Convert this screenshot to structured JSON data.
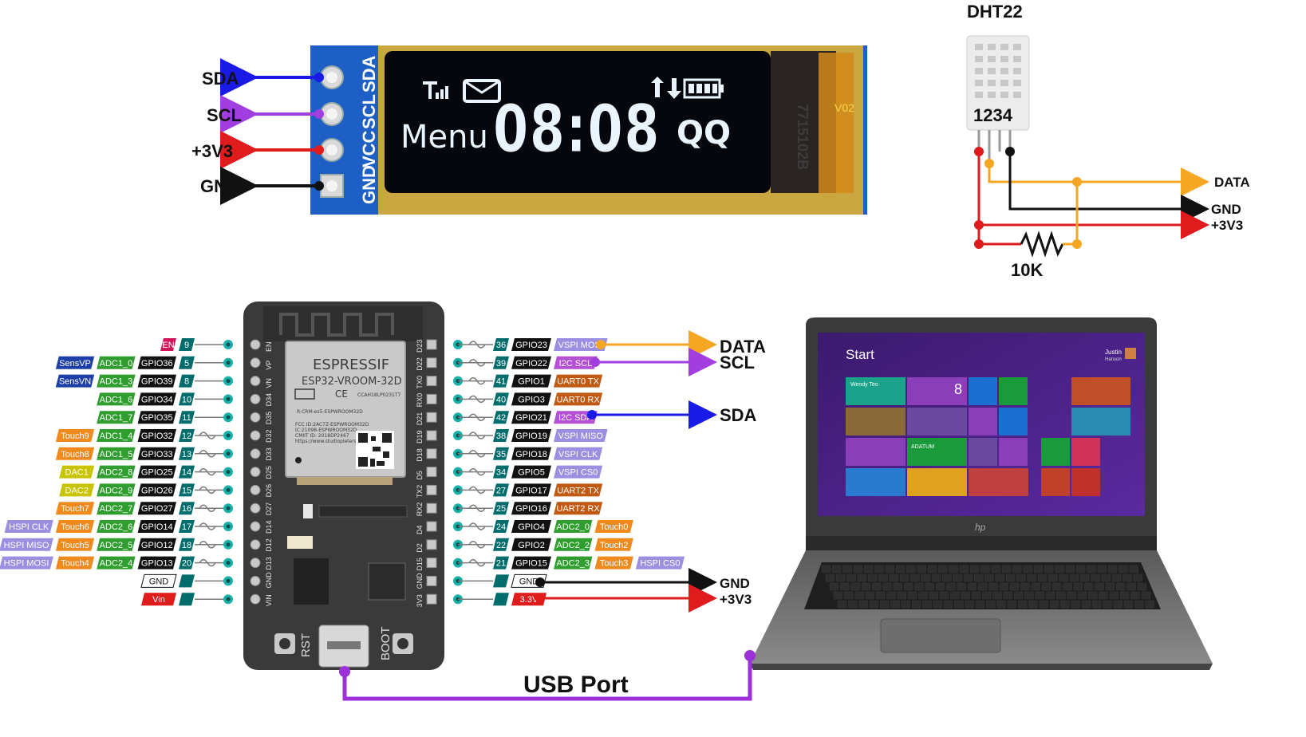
{
  "oled": {
    "pins": [
      "SDA",
      "SCL",
      "VCC",
      "GND"
    ],
    "wires": [
      "SDA",
      "SCL",
      "+3V3",
      "GND"
    ],
    "screen_menu": "Menu",
    "screen_time": "08:08",
    "screen_qq": "QQ",
    "ribbon_code": "7715102B",
    "ribbon_mark": "V02"
  },
  "dht22": {
    "title": "DHT22",
    "pin_numbers": "1234",
    "wires": [
      "DATA",
      "GND",
      "+3V3"
    ],
    "resistor": "10K"
  },
  "esp32": {
    "module_brand": "ESPRESSIF",
    "module_model": "ESP32-VROOM-32D",
    "module_fcc": "FCC ID:2AC7Z-ESPWROOM32D",
    "module_ic": "IC:21098-ESPWROOM32D",
    "module_cmiit": "CMIIT ID: 2018DP2467",
    "module_url": "https://www.studiopieters.nl",
    "module_cert": "CCAH18LP0231T7",
    "module_rcm": "R-CRM-es5-ESPWROOM32D",
    "module_ce": "CE",
    "button_rst": "RST",
    "button_boot": "BOOT",
    "board_left_pins": [
      "EN",
      "VP",
      "VN",
      "D34",
      "D35",
      "D32",
      "D33",
      "D25",
      "D26",
      "D27",
      "D14",
      "D12",
      "D13",
      "GND",
      "VIN"
    ],
    "board_right_pins": [
      "D23",
      "D22",
      "TX0",
      "RX0",
      "D21",
      "D19",
      "D18",
      "D5",
      "TX2",
      "RX2",
      "D4",
      "D2",
      "D15",
      "GND",
      "3V3"
    ],
    "left_rows": [
      {
        "tags": [
          {
            "t": "EN",
            "c": "#d4145a"
          },
          {
            "t": "9",
            "c": "#006c6c"
          }
        ]
      },
      {
        "tags": [
          {
            "t": "SensVP",
            "c": "#1f3fa8"
          },
          {
            "t": "ADC1_0",
            "c": "#2f9e2f"
          },
          {
            "t": "GPIO36",
            "c": "#111111"
          },
          {
            "t": "5",
            "c": "#006c6c"
          }
        ]
      },
      {
        "tags": [
          {
            "t": "SensVN",
            "c": "#1f3fa8"
          },
          {
            "t": "ADC1_3",
            "c": "#2f9e2f"
          },
          {
            "t": "GPIO39",
            "c": "#111111"
          },
          {
            "t": "8",
            "c": "#006c6c"
          }
        ]
      },
      {
        "tags": [
          {
            "t": "ADC1_6",
            "c": "#2f9e2f"
          },
          {
            "t": "GPIO34",
            "c": "#111111"
          },
          {
            "t": "10",
            "c": "#006c6c"
          }
        ]
      },
      {
        "tags": [
          {
            "t": "ADC1_7",
            "c": "#2f9e2f"
          },
          {
            "t": "GPIO35",
            "c": "#111111"
          },
          {
            "t": "11",
            "c": "#006c6c"
          }
        ]
      },
      {
        "tags": [
          {
            "t": "Touch9",
            "c": "#f08a1c"
          },
          {
            "t": "ADC1_4",
            "c": "#2f9e2f"
          },
          {
            "t": "GPIO32",
            "c": "#111111"
          },
          {
            "t": "12",
            "c": "#006c6c"
          }
        ]
      },
      {
        "tags": [
          {
            "t": "Touch8",
            "c": "#f08a1c"
          },
          {
            "t": "ADC1_5",
            "c": "#2f9e2f"
          },
          {
            "t": "GPIO33",
            "c": "#111111"
          },
          {
            "t": "13",
            "c": "#006c6c"
          }
        ]
      },
      {
        "tags": [
          {
            "t": "DAC1",
            "c": "#c9c400"
          },
          {
            "t": "ADC2_8",
            "c": "#2f9e2f"
          },
          {
            "t": "GPIO25",
            "c": "#111111"
          },
          {
            "t": "14",
            "c": "#006c6c"
          }
        ]
      },
      {
        "tags": [
          {
            "t": "DAC2",
            "c": "#c9c400"
          },
          {
            "t": "ADC2_9",
            "c": "#2f9e2f"
          },
          {
            "t": "GPIO26",
            "c": "#111111"
          },
          {
            "t": "15",
            "c": "#006c6c"
          }
        ]
      },
      {
        "tags": [
          {
            "t": "Touch7",
            "c": "#f08a1c"
          },
          {
            "t": "ADC2_7",
            "c": "#2f9e2f"
          },
          {
            "t": "GPIO27",
            "c": "#111111"
          },
          {
            "t": "16",
            "c": "#006c6c"
          }
        ]
      },
      {
        "tags": [
          {
            "t": "HSPI CLK",
            "c": "#9a8fe0"
          },
          {
            "t": "Touch6",
            "c": "#f08a1c"
          },
          {
            "t": "ADC2_6",
            "c": "#2f9e2f"
          },
          {
            "t": "GPIO14",
            "c": "#111111"
          },
          {
            "t": "17",
            "c": "#006c6c"
          }
        ]
      },
      {
        "tags": [
          {
            "t": "HSPI MISO",
            "c": "#9a8fe0"
          },
          {
            "t": "Touch5",
            "c": "#f08a1c"
          },
          {
            "t": "ADC2_5",
            "c": "#2f9e2f"
          },
          {
            "t": "GPIO12",
            "c": "#111111"
          },
          {
            "t": "18",
            "c": "#006c6c"
          }
        ]
      },
      {
        "tags": [
          {
            "t": "HSPI MOSI",
            "c": "#9a8fe0"
          },
          {
            "t": "Touch4",
            "c": "#f08a1c"
          },
          {
            "t": "ADC2_4",
            "c": "#2f9e2f"
          },
          {
            "t": "GPIO13",
            "c": "#111111"
          },
          {
            "t": "20",
            "c": "#006c6c"
          }
        ]
      },
      {
        "tags": [
          {
            "t": "GND",
            "c": "#ffffff"
          },
          {
            "t": "",
            "c": "#006c6c"
          }
        ]
      },
      {
        "tags": [
          {
            "t": "Vin",
            "c": "#e01b1b"
          },
          {
            "t": "",
            "c": "#006c6c"
          }
        ]
      }
    ],
    "right_rows": [
      {
        "tags": [
          {
            "t": "36",
            "c": "#006c6c"
          },
          {
            "t": "GPIO23",
            "c": "#111111"
          },
          {
            "t": "VSPI MOSI",
            "c": "#9a8fe0"
          }
        ]
      },
      {
        "tags": [
          {
            "t": "39",
            "c": "#006c6c"
          },
          {
            "t": "GPIO22",
            "c": "#111111"
          },
          {
            "t": "I2C SCL",
            "c": "#b44fd6"
          }
        ]
      },
      {
        "tags": [
          {
            "t": "41",
            "c": "#006c6c"
          },
          {
            "t": "GPIO1",
            "c": "#111111"
          },
          {
            "t": "UART0 TX",
            "c": "#c05a12"
          }
        ]
      },
      {
        "tags": [
          {
            "t": "40",
            "c": "#006c6c"
          },
          {
            "t": "GPIO3",
            "c": "#111111"
          },
          {
            "t": "UART0 RX",
            "c": "#c05a12"
          }
        ]
      },
      {
        "tags": [
          {
            "t": "42",
            "c": "#006c6c"
          },
          {
            "t": "GPIO21",
            "c": "#111111"
          },
          {
            "t": "I2C SDA",
            "c": "#b44fd6"
          }
        ]
      },
      {
        "tags": [
          {
            "t": "38",
            "c": "#006c6c"
          },
          {
            "t": "GPIO19",
            "c": "#111111"
          },
          {
            "t": "VSPI MISO",
            "c": "#9a8fe0"
          }
        ]
      },
      {
        "tags": [
          {
            "t": "35",
            "c": "#006c6c"
          },
          {
            "t": "GPIO18",
            "c": "#111111"
          },
          {
            "t": "VSPI CLK",
            "c": "#9a8fe0"
          }
        ]
      },
      {
        "tags": [
          {
            "t": "34",
            "c": "#006c6c"
          },
          {
            "t": "GPIO5",
            "c": "#111111"
          },
          {
            "t": "VSPI CS0",
            "c": "#9a8fe0"
          }
        ]
      },
      {
        "tags": [
          {
            "t": "27",
            "c": "#006c6c"
          },
          {
            "t": "GPIO17",
            "c": "#111111"
          },
          {
            "t": "UART2 TX",
            "c": "#c05a12"
          }
        ]
      },
      {
        "tags": [
          {
            "t": "25",
            "c": "#006c6c"
          },
          {
            "t": "GPIO16",
            "c": "#111111"
          },
          {
            "t": "UART2 RX",
            "c": "#c05a12"
          }
        ]
      },
      {
        "tags": [
          {
            "t": "24",
            "c": "#006c6c"
          },
          {
            "t": "GPIO4",
            "c": "#111111"
          },
          {
            "t": "ADC2_0",
            "c": "#2f9e2f"
          },
          {
            "t": "Touch0",
            "c": "#f08a1c"
          }
        ]
      },
      {
        "tags": [
          {
            "t": "22",
            "c": "#006c6c"
          },
          {
            "t": "GPIO2",
            "c": "#111111"
          },
          {
            "t": "ADC2_2",
            "c": "#2f9e2f"
          },
          {
            "t": "Touch2",
            "c": "#f08a1c"
          }
        ]
      },
      {
        "tags": [
          {
            "t": "21",
            "c": "#006c6c"
          },
          {
            "t": "GPIO15",
            "c": "#111111"
          },
          {
            "t": "ADC2_3",
            "c": "#2f9e2f"
          },
          {
            "t": "Touch3",
            "c": "#f08a1c"
          },
          {
            "t": "HSPI CS0",
            "c": "#9a8fe0"
          }
        ]
      },
      {
        "tags": [
          {
            "t": "",
            "c": "#006c6c"
          },
          {
            "t": "GND",
            "c": "#ffffff"
          }
        ]
      },
      {
        "tags": [
          {
            "t": "",
            "c": "#006c6c"
          },
          {
            "t": "3.3V",
            "c": "#e01b1b"
          }
        ]
      }
    ],
    "connections": [
      "DATA",
      "SCL",
      "SDA",
      "GND",
      "+3V3"
    ]
  },
  "laptop": {
    "start_label": "Start",
    "user_name": "Justin",
    "user_sub": "Hanson",
    "brand": "hp",
    "tile_wendy": "Wendy Teo",
    "tile_number": "8",
    "tile_adatum": "ADATUM"
  },
  "usb_label": "USB Port",
  "colors": {
    "sda": "#1a1ae6",
    "scl": "#a23de0",
    "vcc": "#e01b1b",
    "gnd": "#111111",
    "data": "#f5a623",
    "usb": "#9b30d9",
    "pcb_blue": "#1d5fc4",
    "board_dark": "#3a3a3a"
  }
}
